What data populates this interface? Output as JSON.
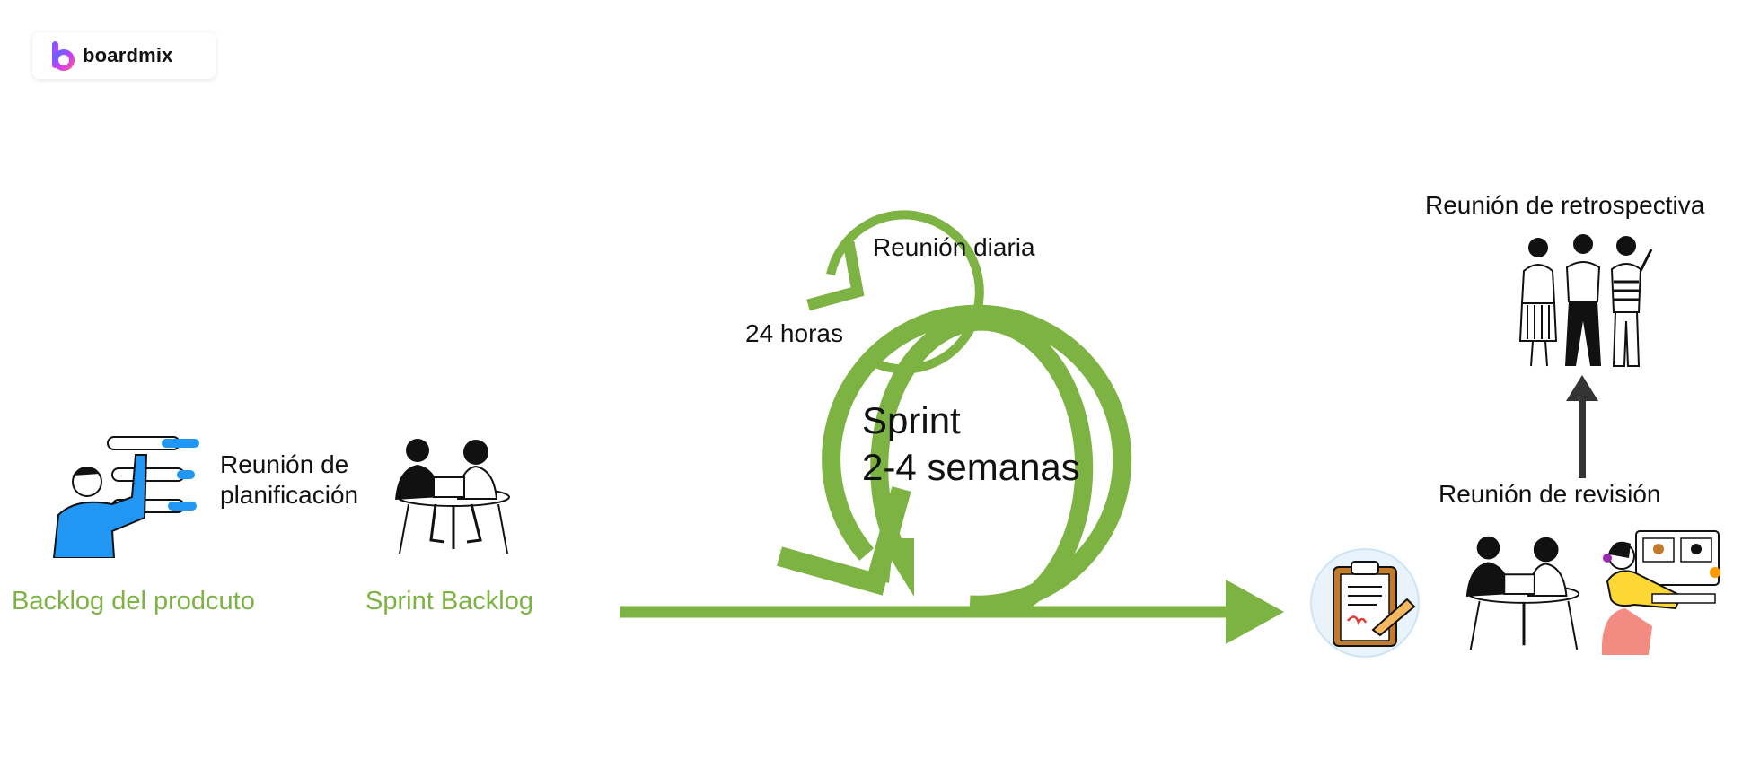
{
  "brand": {
    "name": "boardmix",
    "icon": "boardmix-b-logo"
  },
  "labels": {
    "backlog_producto": "Backlog del prodcuto",
    "sprint_backlog": "Sprint Backlog",
    "planificacion_line1": "Reunión de",
    "planificacion_line2": "planificación",
    "reunion_diaria": "Reunión diaria",
    "horas": "24 horas",
    "sprint_line1": "Sprint",
    "sprint_line2": "2-4 semanas",
    "revision": "Reunión de revisión",
    "retrospectiva": "Reunión de retrospectiva"
  },
  "icons": [
    "person-backlog-icon",
    "team-meeting-icon",
    "clipboard-icon",
    "review-team-icon",
    "video-call-icon",
    "retrospective-team-icon"
  ],
  "colors": {
    "accent_green": "#7cb342",
    "arrow_dark": "#333333",
    "person_blue": "#2196f3"
  }
}
